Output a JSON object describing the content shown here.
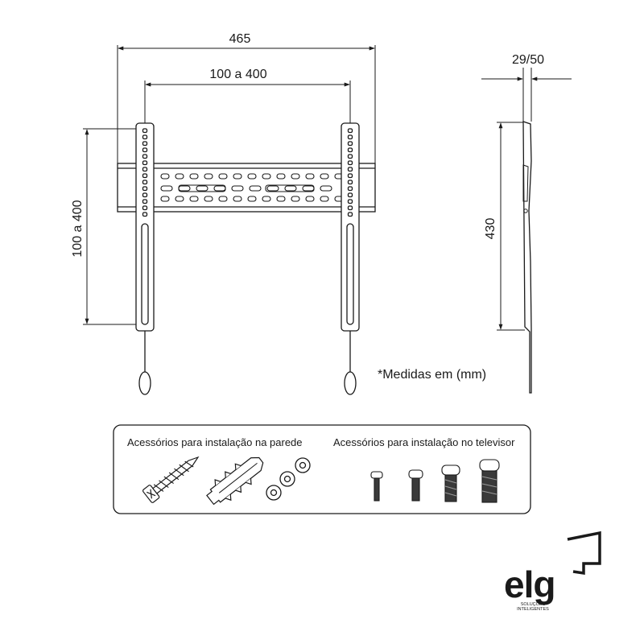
{
  "dimensions": {
    "total_width": "465",
    "vesa_width": "100 a 400",
    "vesa_height": "100 a 400",
    "depth": "29/50",
    "height": "430"
  },
  "note": "*Medidas em (mm)",
  "accessories": {
    "wall_title": "Acessórios para instalação na parede",
    "tv_title": "Acessórios para instalação no televisor"
  },
  "brand": {
    "name": "elg",
    "tagline_line1": "SOLUÇÕES",
    "tagline_line2": "INTELIGENTES"
  }
}
